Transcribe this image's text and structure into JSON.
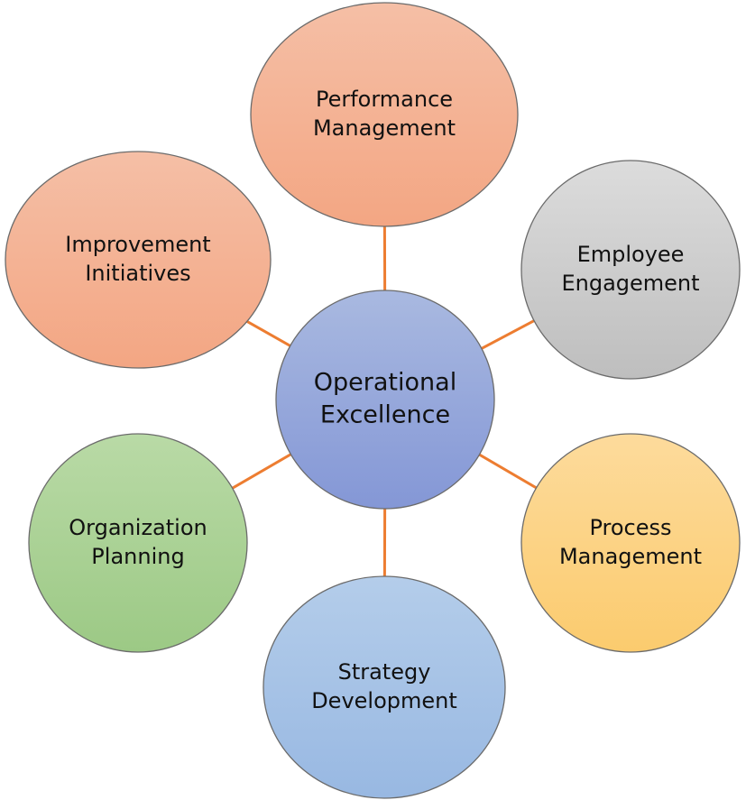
{
  "diagram": {
    "type": "hub-and-spoke",
    "connector_color": "#ED7D31",
    "center": {
      "id": "operational-excellence",
      "lines": [
        "Operational",
        "Excellence"
      ],
      "color_top": "#A9B9E0",
      "color_bottom": "#8497D6"
    },
    "nodes": [
      {
        "id": "performance-management",
        "position": "top",
        "lines": [
          "Performance",
          "Management"
        ],
        "color_top": "#F5BFA6",
        "color_bottom": "#F3A683"
      },
      {
        "id": "employee-engagement",
        "position": "upper-right",
        "lines": [
          "Employee",
          "Engagement"
        ],
        "color_top": "#DCDCDC",
        "color_bottom": "#BEBEBE"
      },
      {
        "id": "process-management",
        "position": "lower-right",
        "lines": [
          "Process",
          "Management"
        ],
        "color_top": "#FDDB9C",
        "color_bottom": "#FBCB6E"
      },
      {
        "id": "strategy-development",
        "position": "bottom",
        "lines": [
          "Strategy",
          "Development"
        ],
        "color_top": "#B4CDEA",
        "color_bottom": "#98B8E2"
      },
      {
        "id": "organization-planning",
        "position": "lower-left",
        "lines": [
          "Organization",
          "Planning"
        ],
        "color_top": "#B9DAA6",
        "color_bottom": "#9CC985"
      },
      {
        "id": "improvement-initiatives",
        "position": "upper-left",
        "lines": [
          "Improvement",
          "Initiatives"
        ],
        "color_top": "#F5BFA6",
        "color_bottom": "#F3A683"
      }
    ]
  }
}
